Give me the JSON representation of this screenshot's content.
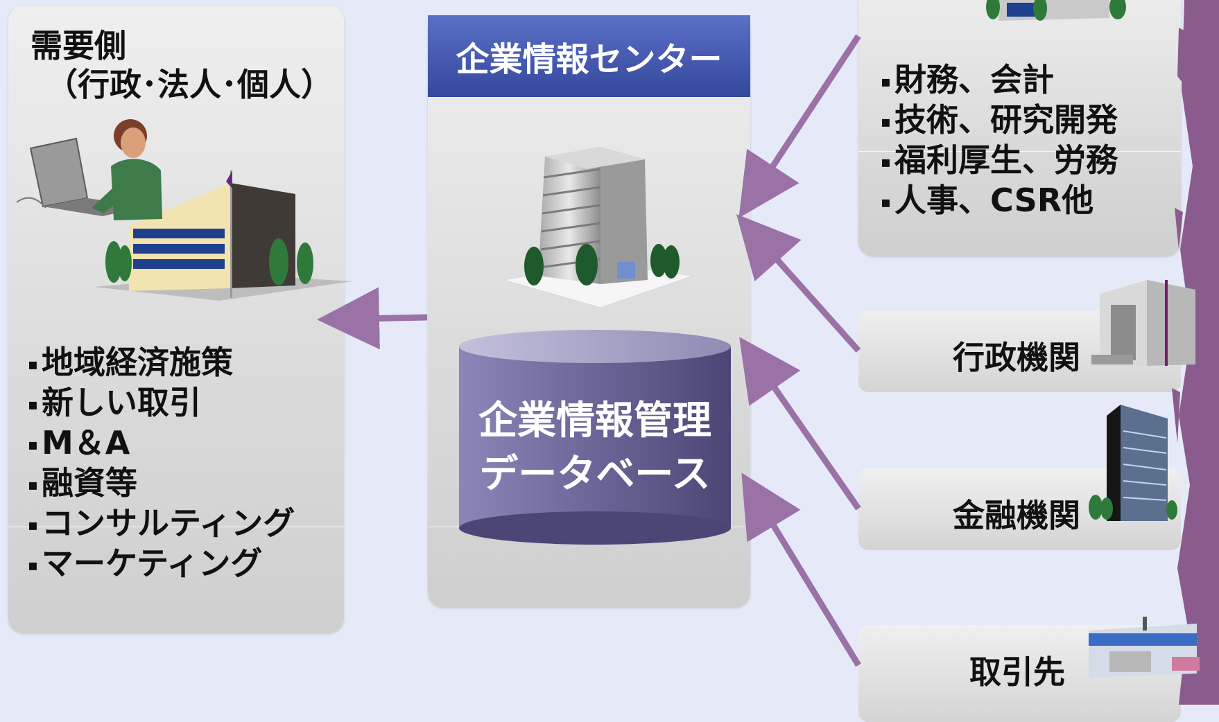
{
  "demand_side": {
    "title": "需要側",
    "subtitle": "（行政･法人･個人）",
    "items": [
      "地域経済施策",
      "新しい取引",
      "M＆A",
      "融資等",
      "コンサルティング",
      "マーケティング"
    ]
  },
  "center": {
    "title": "企業情報センター",
    "database": {
      "line1": "企業情報管理",
      "line2": "データベース"
    }
  },
  "supply_side": {
    "company_items": [
      "財務、会計",
      "技術、研究開発",
      "福利厚生、労務",
      "人事、CSR他"
    ],
    "government": "行政機関",
    "financial": "金融機関",
    "partners": "取引先"
  },
  "colors": {
    "background": "#e6eaf8",
    "arrow": "#9a72a6",
    "header": "#34489c",
    "database": "#6f6a9c",
    "side_decoration": "#8a5c8e"
  }
}
